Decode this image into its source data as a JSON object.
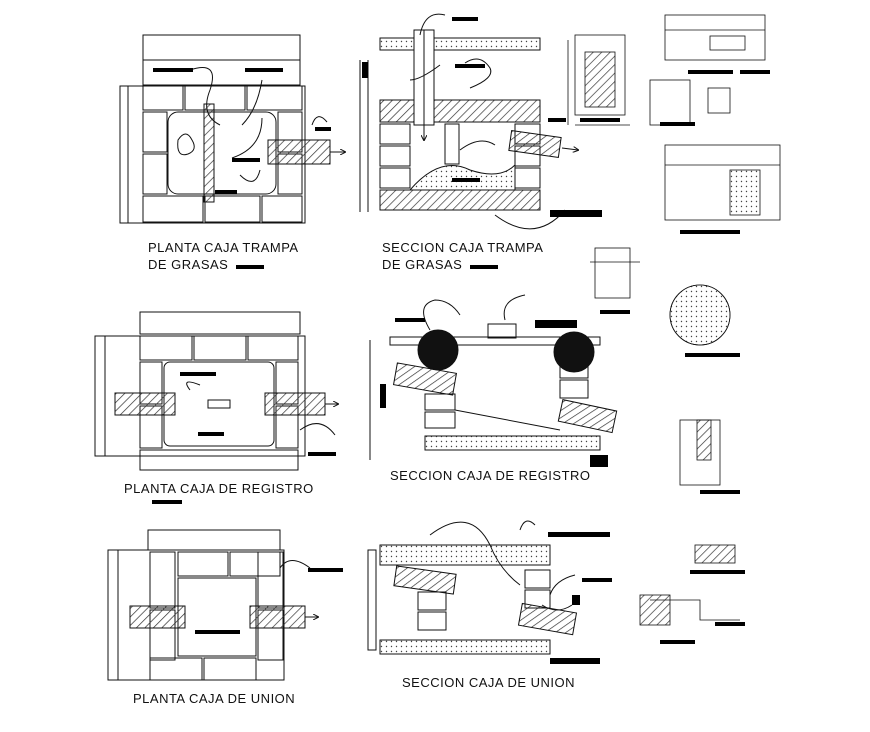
{
  "titles": {
    "grease_trap_plan_line1": "PLANTA CAJA TRAMPA",
    "grease_trap_plan_line2": "DE GRASAS",
    "grease_trap_section_line1": "SECCION CAJA TRAMPA",
    "grease_trap_section_line2": "DE GRASAS",
    "registry_box_plan": "PLANTA CAJA DE REGISTRO",
    "registry_box_section": "SECCION CAJA DE REGISTRO",
    "union_box_plan": "PLANTA CAJA DE UNION",
    "union_box_section": "SECCION CAJA DE UNION"
  },
  "colors": {
    "ink": "#111111",
    "hatch": "#555555",
    "paper": "#ffffff"
  }
}
